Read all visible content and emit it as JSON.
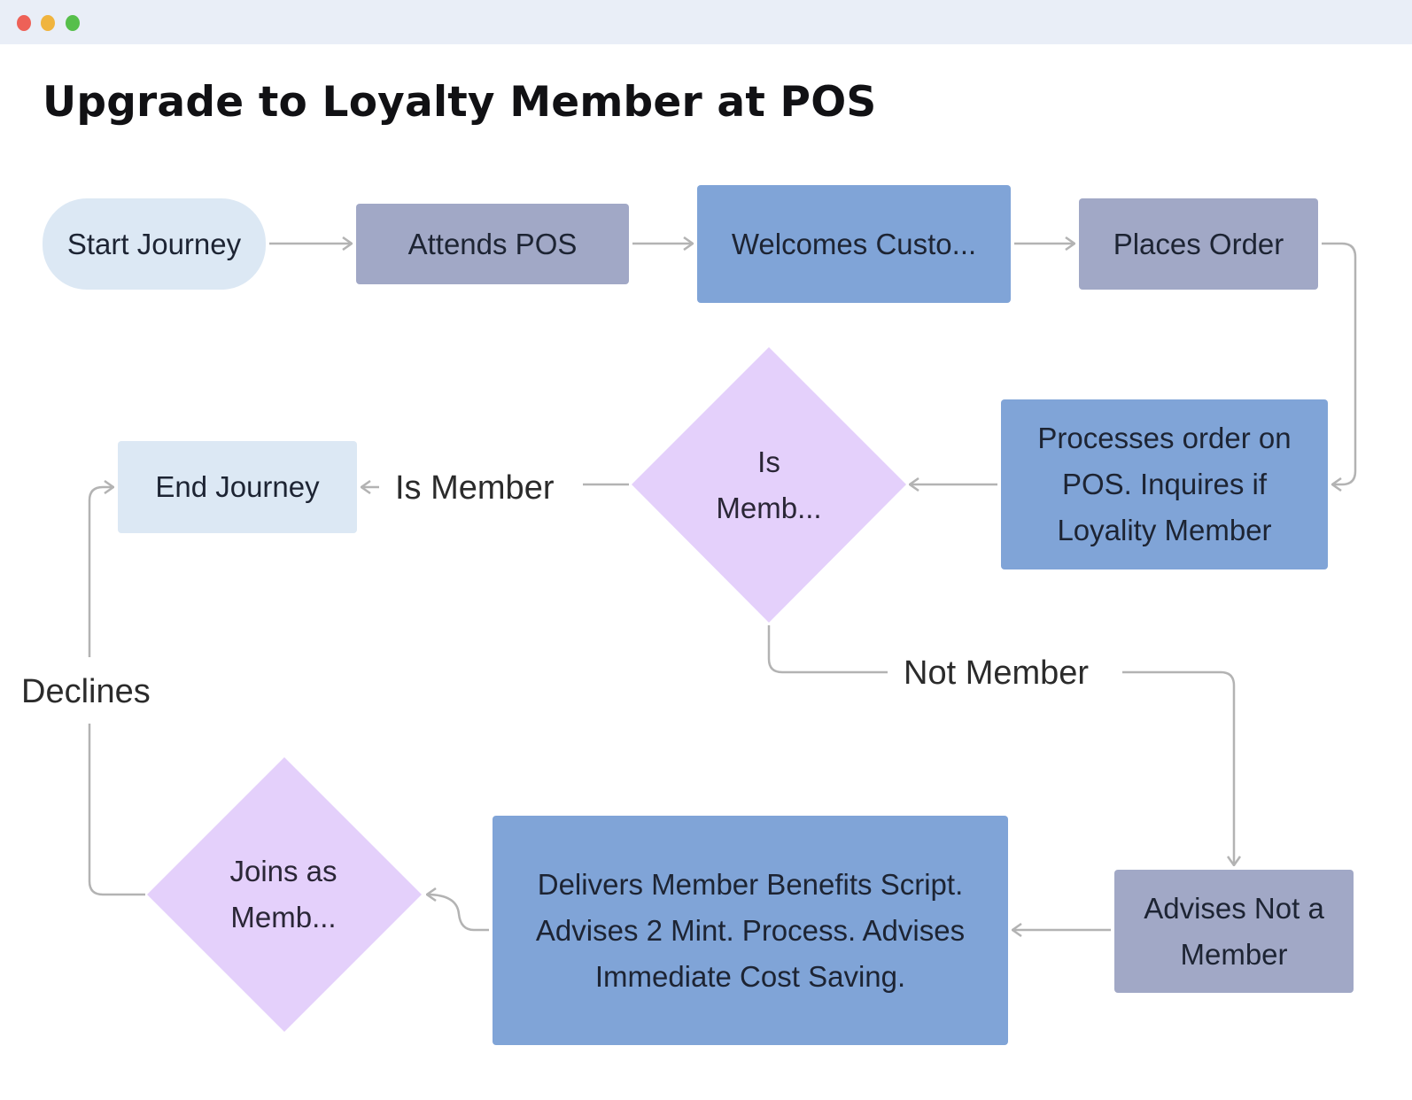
{
  "window": {
    "controls": [
      {
        "name": "close",
        "color": "#ee6157"
      },
      {
        "name": "minimize",
        "color": "#f0b43e"
      },
      {
        "name": "maximize",
        "color": "#56bf4b"
      }
    ]
  },
  "title": "Upgrade to Loyalty Member at POS",
  "colors": {
    "terminal": "#dce8f4",
    "process_gray": "#a1a8c6",
    "process_blue": "#80a4d7",
    "decision": "#e4d0fb",
    "edge": "#b3b3b3"
  },
  "nodes": {
    "start": {
      "label": "Start Journey",
      "shape": "terminal"
    },
    "attends": {
      "label": "Attends POS",
      "shape": "process"
    },
    "welcomes": {
      "label": "Welcomes Custo...",
      "shape": "process"
    },
    "places": {
      "label": "Places Order",
      "shape": "process"
    },
    "processes": {
      "label": "Processes order on POS. Inquires if Loyality Member",
      "shape": "process"
    },
    "is_member": {
      "label_line1": "Is",
      "label_line2": "Memb...",
      "shape": "decision"
    },
    "end": {
      "label": "End Journey",
      "shape": "terminal"
    },
    "advises": {
      "label": "Advises Not a Member",
      "shape": "process"
    },
    "delivers": {
      "label": "Delivers Member Benefits Script. Advises 2 Mint. Process. Advises Immediate Cost Saving.",
      "shape": "process"
    },
    "joins": {
      "label_line1": "Joins as",
      "label_line2": "Memb...",
      "shape": "decision"
    }
  },
  "edges": [
    {
      "from": "start",
      "to": "attends",
      "label": ""
    },
    {
      "from": "attends",
      "to": "welcomes",
      "label": ""
    },
    {
      "from": "welcomes",
      "to": "places",
      "label": ""
    },
    {
      "from": "places",
      "to": "processes",
      "label": ""
    },
    {
      "from": "processes",
      "to": "is_member",
      "label": ""
    },
    {
      "from": "is_member",
      "to": "end",
      "label": "Is Member"
    },
    {
      "from": "is_member",
      "to": "advises",
      "label": "Not Member"
    },
    {
      "from": "advises",
      "to": "delivers",
      "label": ""
    },
    {
      "from": "delivers",
      "to": "joins",
      "label": ""
    },
    {
      "from": "joins",
      "to": "end",
      "label": "Declines"
    }
  ]
}
